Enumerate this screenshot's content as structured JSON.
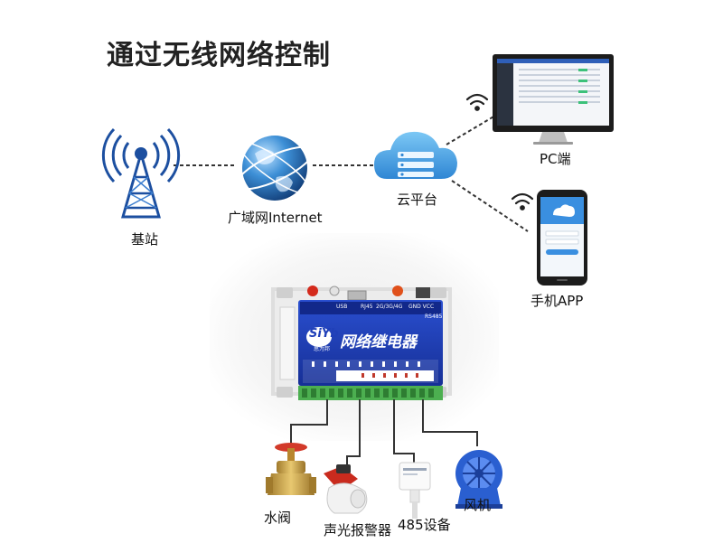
{
  "title": "通过无线网络控制",
  "nodes": {
    "base_station": "基站",
    "internet": "广域网Internet",
    "cloud": "云平台",
    "pc": "PC端",
    "phone": "手机APP"
  },
  "device": {
    "brand": "SiYb",
    "brand_sub": "思为邦",
    "name": "网络继电器",
    "port_label_1": "RJ45",
    "port_label_2": "2G/3G/4G",
    "port_label_3": "RS485",
    "usb_label": "USB",
    "gnd_label": "GND VCC"
  },
  "outputs": {
    "valve": "水阀",
    "alarm": "声光报警器",
    "rs485_device": "485设备",
    "fan": "风机"
  },
  "colors": {
    "device_blue": "#1f3fb8",
    "cloud_blue": "#3e9ee0",
    "globe_blue": "#2f6fb8",
    "tower_blue": "#1c4fa0",
    "terminal_green": "#4caf50",
    "valve_red": "#d23a2a",
    "valve_brass": "#c9a24a",
    "fan_blue": "#2a5fd0"
  }
}
